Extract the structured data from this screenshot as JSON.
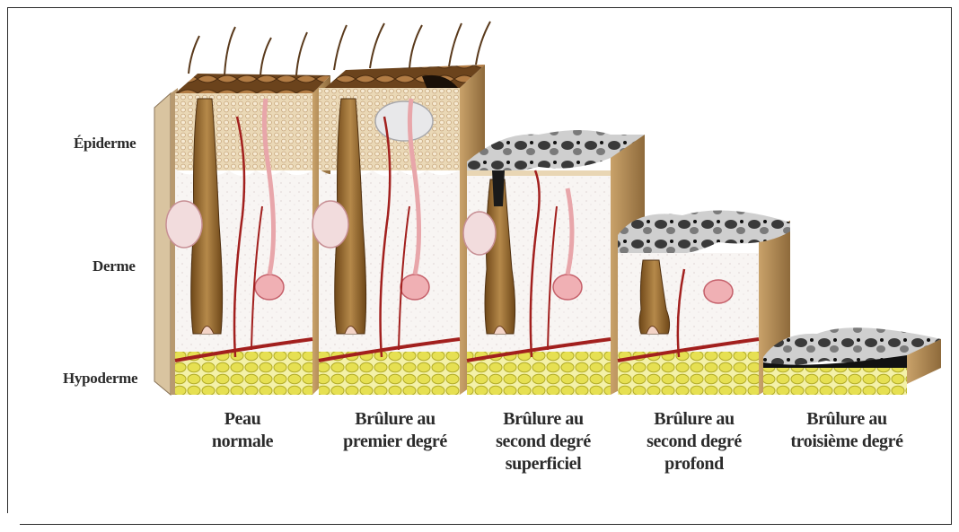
{
  "layers": {
    "epidermis": "Épiderme",
    "dermis": "Derme",
    "hypodermis": "Hypoderme"
  },
  "stages": [
    {
      "lines": [
        "Peau",
        "normale"
      ]
    },
    {
      "lines": [
        "Brûlure au",
        "premier degré"
      ]
    },
    {
      "lines": [
        "Brûlure au",
        "second degré",
        "superficiel"
      ]
    },
    {
      "lines": [
        "Brûlure au",
        "second degré",
        "profond"
      ]
    },
    {
      "lines": [
        "Brûlure au",
        "troisième degré"
      ]
    }
  ],
  "colors": {
    "skin_surface": "#8a5a2a",
    "epidermis": "#e9d6b4",
    "dermis": "#f7f3f0",
    "fat": "#e8e35a",
    "vessel": "#a2201e",
    "follicle": "#8a5a22",
    "charred": "#3a3a3a"
  }
}
